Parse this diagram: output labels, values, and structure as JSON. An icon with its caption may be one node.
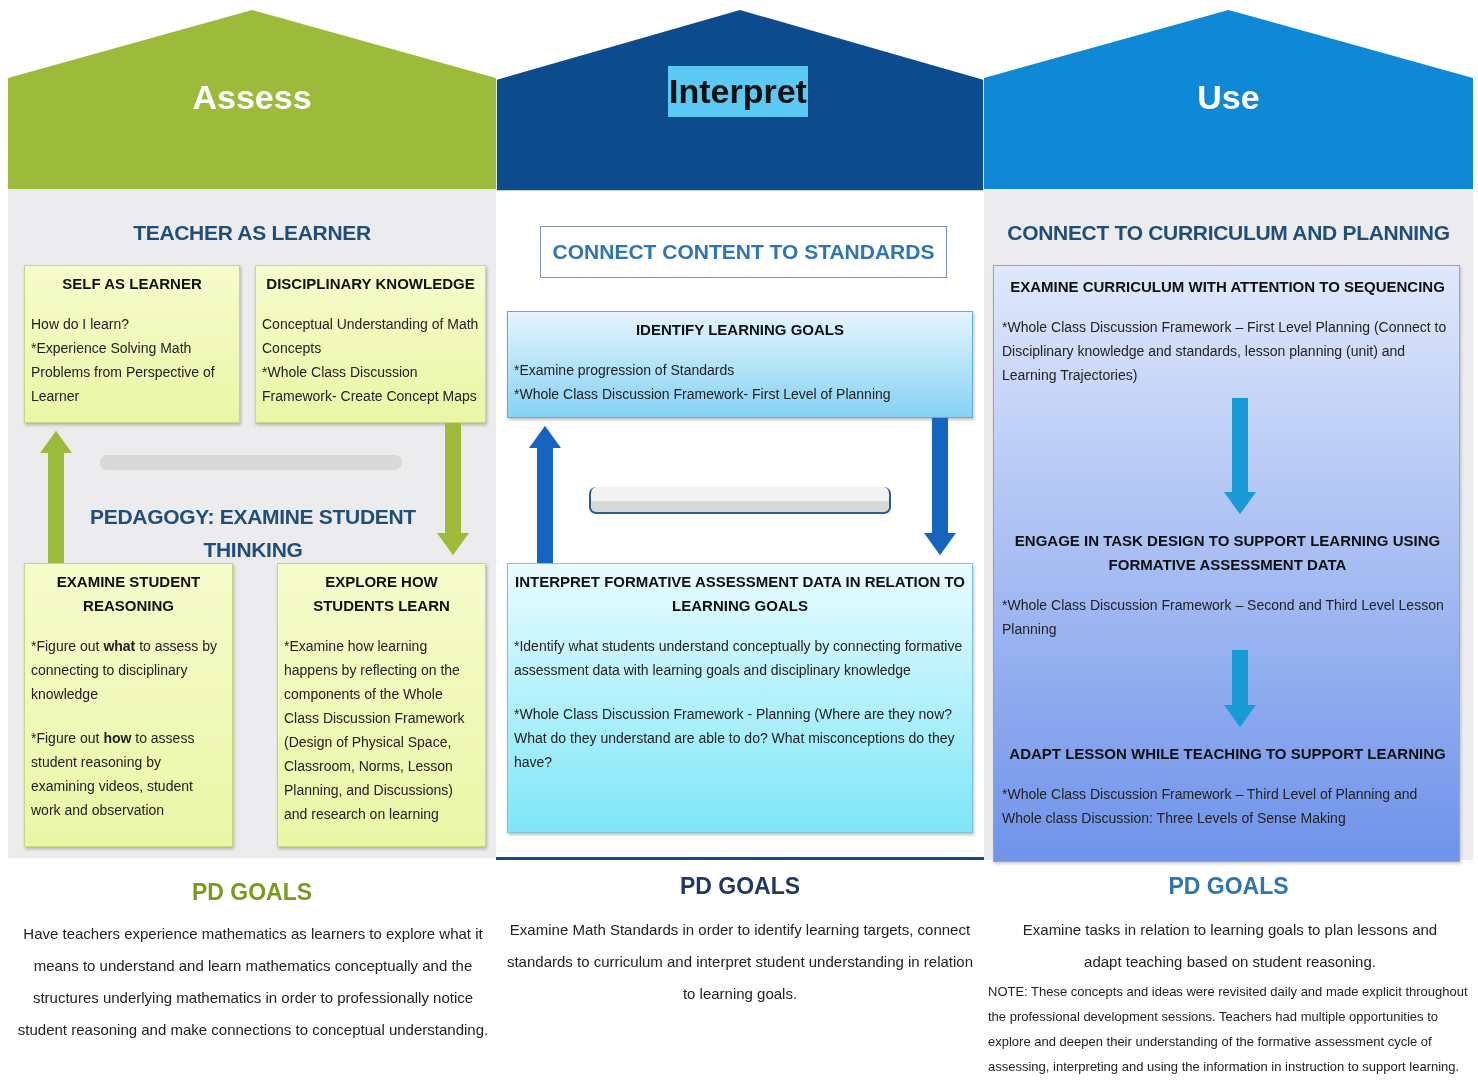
{
  "diagram": {
    "nodes": [
      {
        "text": [
          "Assess",
          "TEACHER AS LEARNER",
          "PEDAGOGY: EXAMINE STUDENT THINKING"
        ]
      },
      {
        "text": [
          "SELF AS LEARNER",
          "How do I learn?",
          "*Experience Solving Math Problems from Perspective of Learner"
        ],
        "in": 0
      },
      {
        "text": [
          "DISCIPLINARY KNOWLEDGE",
          "Conceptual Understanding of Math Concepts",
          "*Whole Class Discussion Framework- Create Concept Maps"
        ],
        "in": 0
      },
      {
        "text": [
          "EXAMINE STUDENT REASONING",
          "*Figure out **what** to assess by connecting to disciplinary knowledge",
          "*Figure out **how** to assess student reasoning by examining videos, student work and observation"
        ],
        "in": 0
      },
      {
        "text": [
          "EXPLORE HOW STUDENTS LEARN",
          "*Examine how learning happens by reflecting on the components of the Whole Class Discussion Framework (Design of Physical Space, Classroom, Norms, Lesson Planning, and Discussions) and research on learning"
        ],
        "in": 0
      },
      {
        "text": [
          "Interpret"
        ]
      },
      {
        "text": [
          "CONNECT CONTENT TO STANDARDS"
        ],
        "in": 5
      },
      {
        "text": [
          "IDENTIFY LEARNING GOALS",
          "*Examine progression of Standards",
          "*Whole Class Discussion Framework- First Level of Planning"
        ],
        "in": 5
      },
      {
        "text": [
          "INTERPRET FORMATIVE ASSESSMENT DATA IN RELATION TO LEARNING GOALS",
          "*Identify what students understand conceptually by connecting formative assessment data with learning goals and disciplinary knowledge",
          "*Whole Class Discussion Framework - Planning (Where are they now? What do they understand are able to do? What misconceptions do they have?"
        ],
        "in": 5
      },
      {
        "text": [
          "Use",
          "CONNECT TO CURRICULUM AND PLANNING"
        ]
      },
      {
        "text": [],
        "shape": "box",
        "in": 9
      },
      {
        "text": [
          "EXAMINE CURRICULUM WITH ATTENTION TO SEQUENCING",
          "*Whole Class Discussion Framework – First Level Planning (Connect to Disciplinary knowledge and standards, lesson planning (unit) and Learning Trajectories)"
        ],
        "in": 10
      },
      {
        "text": [
          "ENGAGE IN TASK DESIGN TO SUPPORT LEARNING USING FORMATIVE ASSESSMENT DATA",
          "*Whole Class Discussion Framework – Second and Third Level Lesson Planning"
        ],
        "in": 10
      },
      {
        "text": [
          "ADAPT LESSON WHILE TEACHING TO SUPPORT LEARNING",
          "*Whole Class Discussion Framework – Third Level of Planning and Whole class Discussion: Three Levels of Sense Making"
        ],
        "in": 10
      },
      {
        "text": [],
        "shape": "bar",
        "in": 0
      },
      {
        "text": [],
        "shape": "bar",
        "in": 5
      }
    ],
    "edges": [
      {
        "from": 3,
        "to": 1,
        "arrow": "to",
        "color": "#9dbb3a"
      },
      {
        "from": 2,
        "to": 4,
        "arrow": "to",
        "color": "#9dbb3a"
      },
      {
        "from": 8,
        "to": 7,
        "arrow": "to",
        "color": "#1565c0"
      },
      {
        "from": 7,
        "to": 8,
        "arrow": "to",
        "color": "#1565c0"
      },
      {
        "from": 11,
        "to": 12,
        "arrow": "to",
        "color": "#1a9ad6"
      },
      {
        "from": 12,
        "to": 13,
        "arrow": "to",
        "color": "#1a9ad6"
      }
    ],
    "labels": [
      "PD GOALS",
      "Have teachers experience mathematics as learners to explore what it means to understand and learn mathematics conceptually and the structures underlying mathematics in order to professionally notice student reasoning and make connections to conceptual understanding.",
      "PD GOALS",
      "Examine Math Standards in order to identify learning targets, connect standards to curriculum and interpret student understanding in relation to learning goals.",
      "PD GOALS",
      "Examine tasks in relation to learning goals to plan lessons and adapt teaching based on student reasoning.",
      "NOTE: These concepts and ideas were revisited daily and made explicit throughout the professional development sessions. Teachers had multiple opportunities to explore and deepen their understanding of the formative assessment cycle of assessing, interpreting and using the information in instruction to support learning."
    ]
  }
}
